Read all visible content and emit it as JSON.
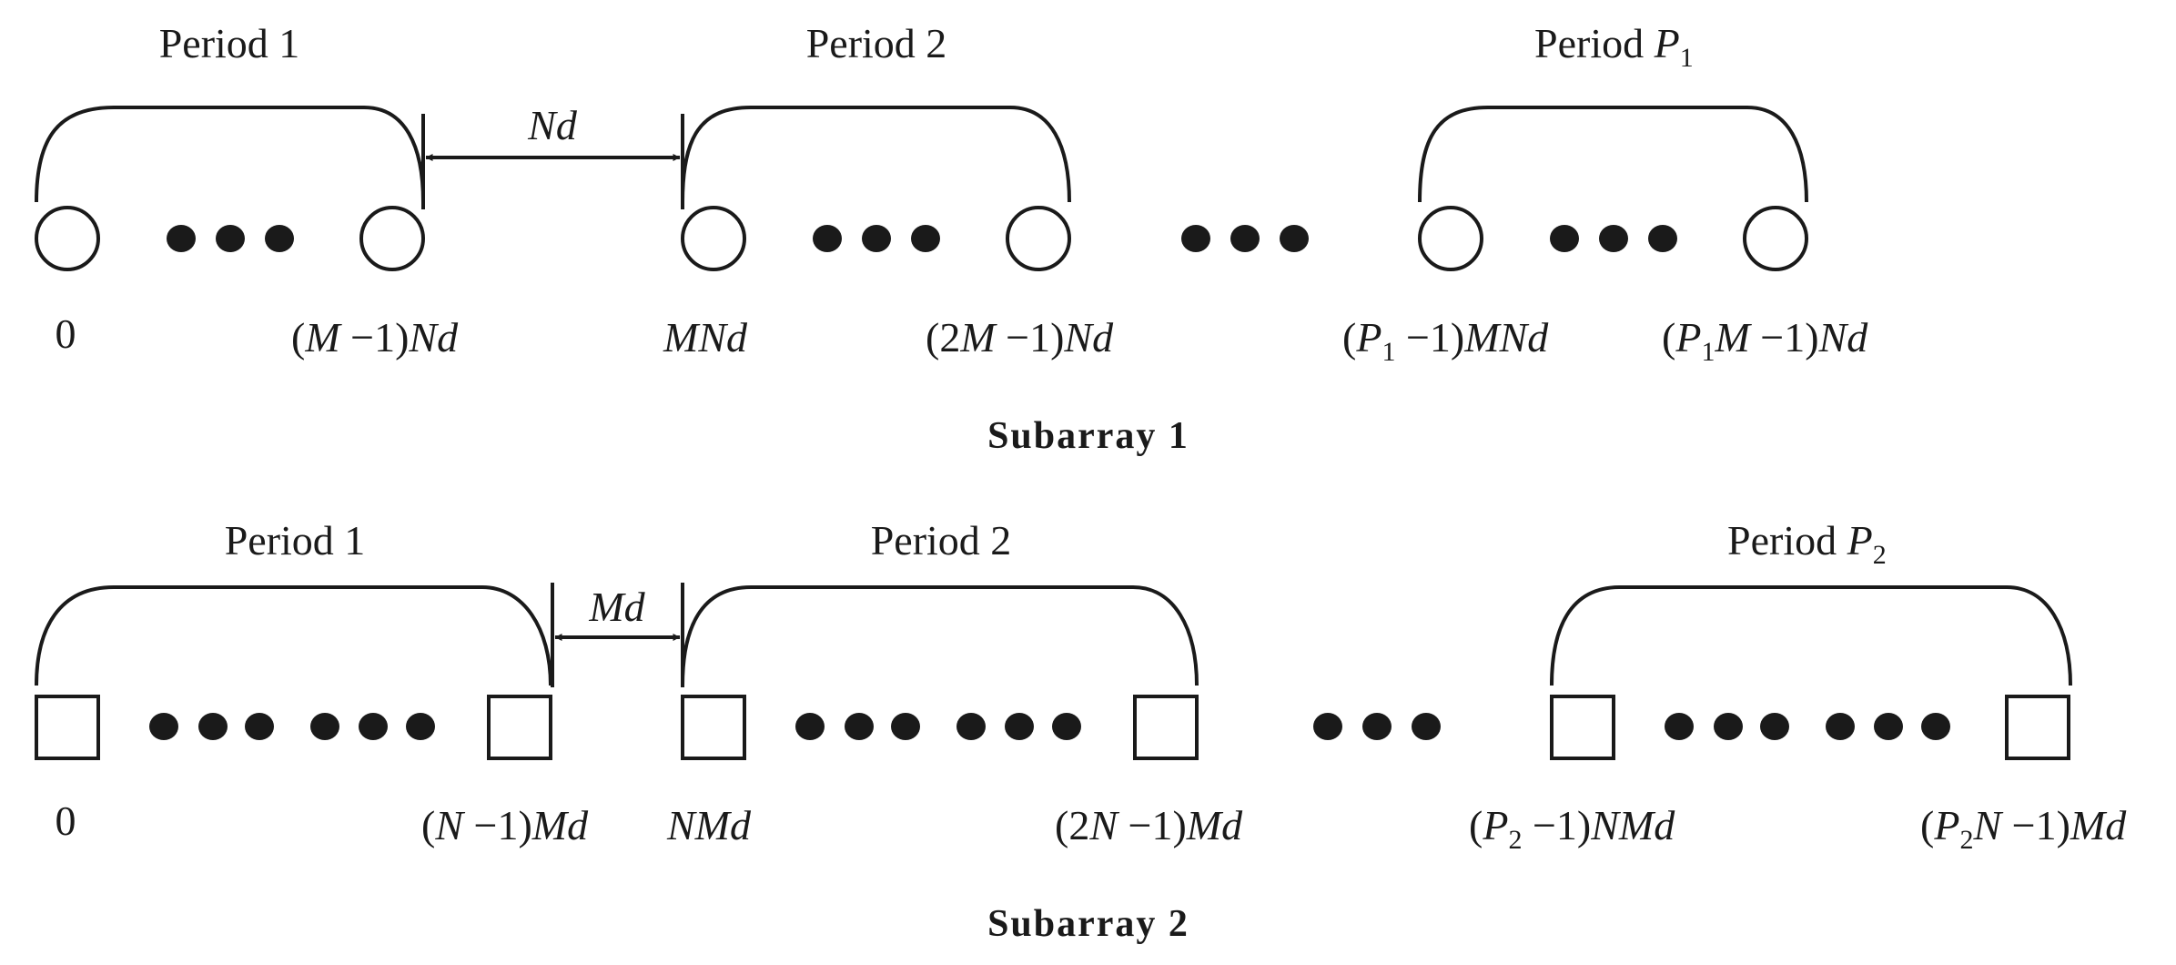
{
  "subarray1": {
    "title": "Subarray 1",
    "periods": [
      {
        "label": "Period 1"
      },
      {
        "label": "Period 2"
      },
      {
        "label": "Period ",
        "var": "P",
        "sub": "1"
      }
    ],
    "spacing_label": "Nd",
    "positions": {
      "zero": "0",
      "m1": {
        "open": "(",
        "v1": "M",
        "mid": " −1)",
        "v2": "Nd"
      },
      "mnd": "MNd",
      "twom": {
        "open": "(2",
        "v1": "M",
        "mid": " −1)",
        "v2": "Nd"
      },
      "p1m": {
        "open": "(",
        "v": "P",
        "sub": "1",
        "mid": " −1)",
        "v2": "MNd"
      },
      "p1mm": {
        "open": "(",
        "v": "P",
        "sub": "1",
        "v1": "M",
        "mid": " −1)",
        "v2": "Nd"
      }
    }
  },
  "subarray2": {
    "title": "Subarray 2",
    "periods": [
      {
        "label": "Period 1"
      },
      {
        "label": "Period 2"
      },
      {
        "label": "Period ",
        "var": "P",
        "sub": "2"
      }
    ],
    "spacing_label": "Md",
    "positions": {
      "zero": "0",
      "n1": {
        "open": "(",
        "v1": "N",
        "mid": " −1)",
        "v2": "Md"
      },
      "nmd": "NMd",
      "twon": {
        "open": "(2",
        "v1": "N",
        "mid": " −1)",
        "v2": "Md"
      },
      "p2n": {
        "open": "(",
        "v": "P",
        "sub": "2",
        "mid": " −1)",
        "v2": "NMd"
      },
      "p2nn": {
        "open": "(",
        "v": "P",
        "sub": "2",
        "v1": "N",
        "mid": " −1)",
        "v2": "Md"
      }
    }
  },
  "colors": {
    "ink": "#1a1a1a",
    "background": "#ffffff"
  },
  "markers": {
    "subarray1": "circle",
    "subarray2": "square",
    "ellipsis": "filled-dots"
  }
}
